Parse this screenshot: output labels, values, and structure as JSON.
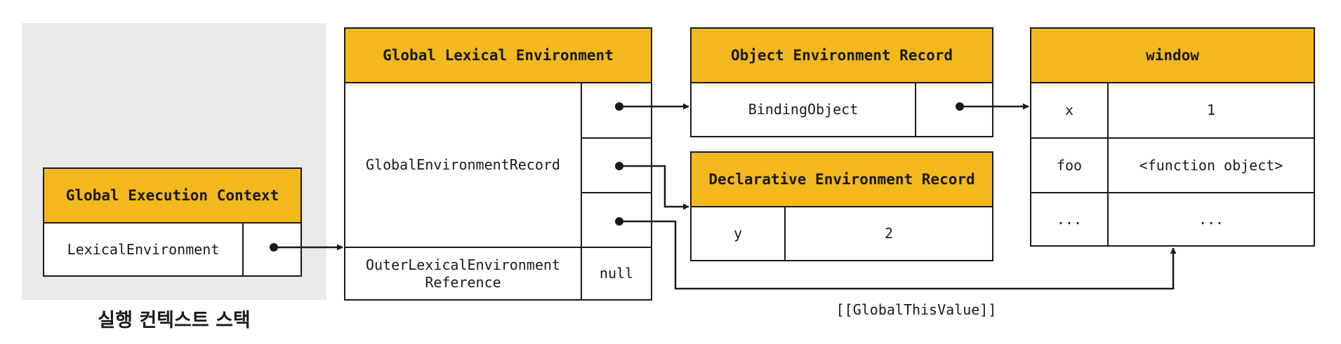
{
  "stack": {
    "label": "실행 컨텍스트 스택",
    "gec_title": "Global Execution Context",
    "gec_field": "LexicalEnvironment"
  },
  "gle": {
    "title": "Global Lexical Environment",
    "record": "GlobalEnvironmentRecord",
    "outer_ref": "OuterLexicalEnvironment Reference",
    "outer_value": "null"
  },
  "oer": {
    "title": "Object Environment Record",
    "field": "BindingObject"
  },
  "der": {
    "title": "Declarative Environment Record",
    "key": "y",
    "value": "2"
  },
  "window": {
    "title": "window",
    "rows": [
      {
        "key": "x",
        "value": "1"
      },
      {
        "key": "foo",
        "value": "<function object>"
      },
      {
        "key": "...",
        "value": "..."
      }
    ]
  },
  "global_this_label": "[[GlobalThisValue]]",
  "colors": {
    "header": "#f2b81e",
    "stack_bg": "#e9e9e9",
    "line": "#1a1a1a"
  }
}
